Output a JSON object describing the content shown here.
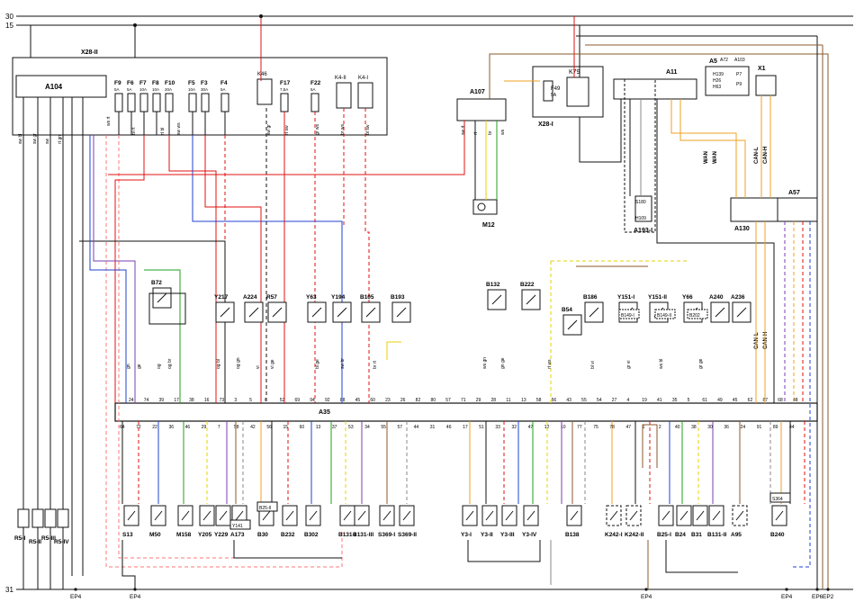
{
  "rails": {
    "top1": "30",
    "top2": "15",
    "bottom": "31"
  },
  "modules": {
    "x28_ii": "X28-II",
    "a104": "A104",
    "a107": "A107",
    "x28_i": "X28-I",
    "a11": "A11",
    "a5": "A5",
    "x1": "X1",
    "a130": "A130",
    "a57": "A57",
    "a35": "A35",
    "m12": "M12",
    "a193_i": "A193-I",
    "s180": "S180",
    "h109": "H109",
    "k79": "K79",
    "f49": "F49",
    "f49_rating": "5A"
  },
  "fuses": [
    {
      "name": "F9",
      "rating": "5A"
    },
    {
      "name": "F6",
      "rating": "5A"
    },
    {
      "name": "F7",
      "rating": "10A"
    },
    {
      "name": "F8",
      "rating": "10A"
    },
    {
      "name": "F10",
      "rating": "20A"
    },
    {
      "name": "F5",
      "rating": "10A"
    },
    {
      "name": "F3",
      "rating": "30A"
    },
    {
      "name": "F4",
      "rating": "5A"
    },
    {
      "name": "F17",
      "rating": "7,5A"
    },
    {
      "name": "F22",
      "rating": "5A"
    }
  ],
  "relays": [
    "K46",
    "K4-II",
    "K4-I"
  ],
  "a5_inner": [
    "H139",
    "H26",
    "H63",
    "P7",
    "P9",
    "A72",
    "A103"
  ],
  "can_labels": {
    "wan1": "WAN",
    "wan2": "WAN",
    "can_l": "CAN-L",
    "can_h": "CAN-H",
    "can_l2": "CAN-L",
    "can_h2": "CAN-H"
  },
  "upper_components": [
    "B72",
    "Y217",
    "A224",
    "R57",
    "Y63",
    "Y194",
    "B105",
    "B193",
    "B132",
    "B222",
    "B186",
    "Y151-I",
    "Y151-II",
    "Y66",
    "A240",
    "A236",
    "B54"
  ],
  "upper_sub": [
    "B149-I",
    "B149-II",
    "B202"
  ],
  "lower_components": [
    "S13",
    "M50",
    "M158",
    "Y205",
    "Y229",
    "A173",
    "B30",
    "B232",
    "B302",
    "S369-I",
    "S369-II",
    "B131-I",
    "B131-III",
    "Y3-I",
    "Y3-II",
    "Y3-III",
    "Y3-IV",
    "B138",
    "K242-I",
    "K242-II",
    "B25-I",
    "B24",
    "B31",
    "B131-II",
    "A95",
    "B240"
  ],
  "lower_sub": [
    "Y141",
    "B25-II",
    "S364"
  ],
  "sensor_r5": [
    "R5-I",
    "R5-II",
    "R5-III",
    "R5-IV"
  ],
  "ground_points": [
    "EP4",
    "EP4",
    "EP4",
    "EP4",
    "EP6",
    "EP2"
  ],
  "a35_top_pins": [
    "24",
    "74",
    "39",
    "17",
    "38",
    "16",
    "73",
    "3",
    "5",
    "6",
    "52",
    "69",
    "94",
    "92",
    "88",
    "45",
    "60",
    "23",
    "26",
    "82",
    "80",
    "57",
    "71",
    "29",
    "28",
    "11",
    "13",
    "58",
    "56",
    "43",
    "55",
    "54",
    "27",
    "4",
    "19",
    "41",
    "35",
    "5",
    "61",
    "49",
    "45",
    "62",
    "87",
    "68",
    "48"
  ],
  "a35_bottom_pins": [
    "64",
    "72",
    "22",
    "36",
    "46",
    "29",
    "7",
    "58",
    "42",
    "56",
    "15",
    "60",
    "13",
    "37",
    "53",
    "34",
    "55",
    "57",
    "44",
    "31",
    "46",
    "17",
    "51",
    "33",
    "32",
    "47",
    "12",
    "10",
    "77",
    "75",
    "78",
    "47",
    "1",
    "2",
    "40",
    "38",
    "30",
    "36",
    "24",
    "91",
    "89",
    "44"
  ],
  "wire_colors": [
    "sw bl",
    "sw gr",
    "sw",
    "rt gn",
    "ws rt",
    "bl rt",
    "rt bl",
    "sw ws",
    "sw gr",
    "rt sw",
    "gr ws",
    "br ws",
    "bl sw",
    "sw rt",
    "rt",
    "br",
    "ws",
    "gn",
    "ge",
    "og",
    "og br",
    "og bl",
    "og gn",
    "vi",
    "vi ge",
    "bl ge",
    "sw br",
    "br rt",
    "ws gn",
    "gn ge",
    "rt ws",
    "bl vi",
    "gr vi",
    "ws bl",
    "gr ge"
  ],
  "colors": {
    "wire_red": "#e01010",
    "wire_black": "#111111",
    "wire_brown": "#8b5a2b",
    "wire_orange": "#f0a020",
    "wire_yellow": "#e8d000",
    "wire_green": "#1fa01f",
    "wire_blue": "#2040d0",
    "wire_violet": "#7a3fb0",
    "wire_gray": "#888888",
    "wire_pink": "#ff7a7a",
    "background": "#ffffff"
  }
}
